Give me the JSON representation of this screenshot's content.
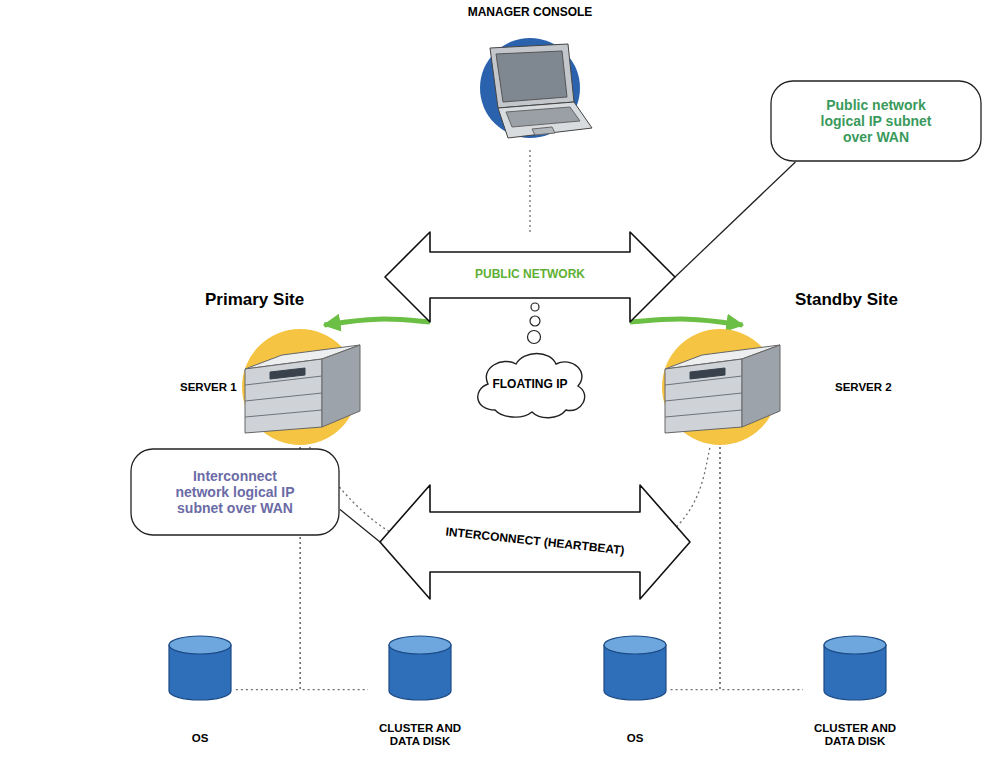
{
  "diagram": {
    "nodes": [
      {
        "text": [
          "MANAGER CONSOLE"
        ]
      },
      {
        "text": [
          "Public network logical IP subnet over WAN"
        ]
      },
      {
        "text": [
          "PUBLIC NETWORK"
        ]
      },
      {
        "text": [
          "SERVER 1"
        ]
      },
      {
        "text": [
          "FLOATING IP"
        ]
      },
      {
        "text": [
          "SERVER 2"
        ]
      },
      {
        "text": [
          "Interconnect network logical IP subnet over WAN"
        ]
      },
      {
        "text": [
          "INTERCONNECT (HEARTBEAT)"
        ]
      },
      {
        "text": [
          "OS"
        ]
      },
      {
        "text": [
          "CLUSTER AND DATA DISK"
        ]
      },
      {
        "text": [
          "OS"
        ]
      },
      {
        "text": [
          "CLUSTER AND DATA DISK"
        ]
      }
    ],
    "edges": [
      {
        "from": 0,
        "to": 2,
        "arrow": "none"
      },
      {
        "from": 1,
        "to": 2,
        "arrow": "none"
      },
      {
        "from": 2,
        "to": 3,
        "arrow": "to"
      },
      {
        "from": 2,
        "to": 5,
        "arrow": "to"
      },
      {
        "from": 6,
        "to": 7,
        "arrow": "none"
      },
      {
        "from": 3,
        "to": 5,
        "arrow": "none"
      },
      {
        "from": 3,
        "to": 8,
        "arrow": "none"
      },
      {
        "from": 3,
        "to": 9,
        "arrow": "none"
      },
      {
        "from": 5,
        "to": 10,
        "arrow": "none"
      },
      {
        "from": 5,
        "to": 11,
        "arrow": "none"
      }
    ],
    "labels": [
      "Primary Site",
      "Standby Site"
    ]
  }
}
